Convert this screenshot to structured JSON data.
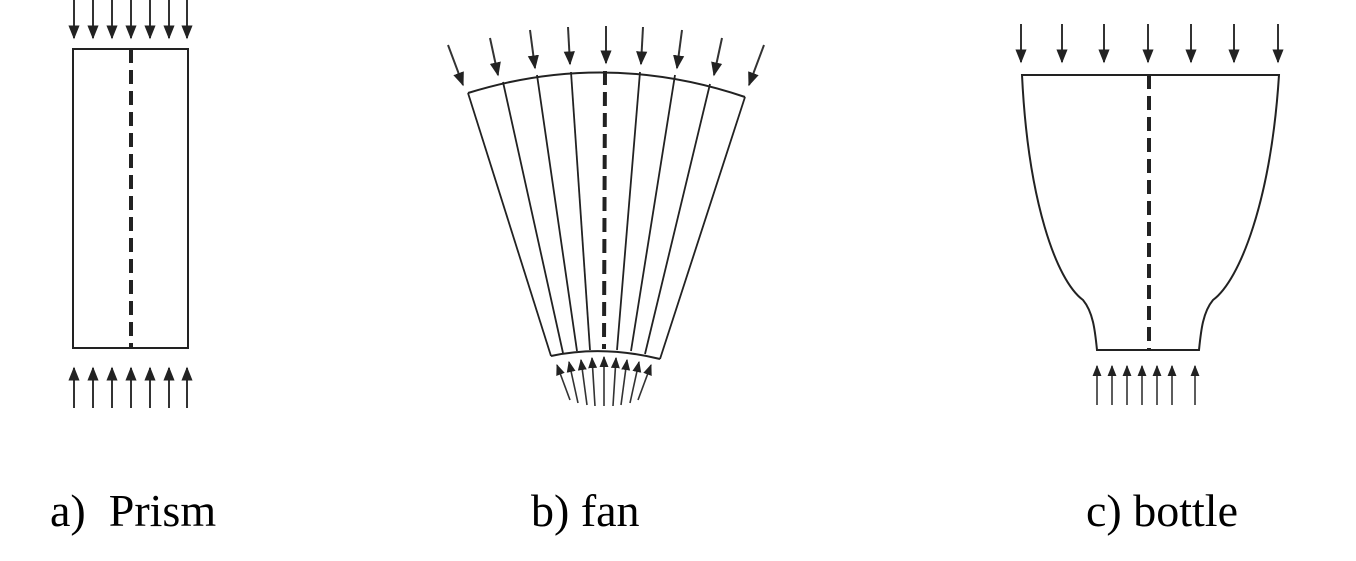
{
  "figures": [
    {
      "key": "prism",
      "caption": "a)  Prism"
    },
    {
      "key": "fan",
      "caption": "b) fan"
    },
    {
      "key": "bottle",
      "caption": "c) bottle"
    }
  ],
  "colors": {
    "stroke": "#111111",
    "background": "#ffffff"
  }
}
